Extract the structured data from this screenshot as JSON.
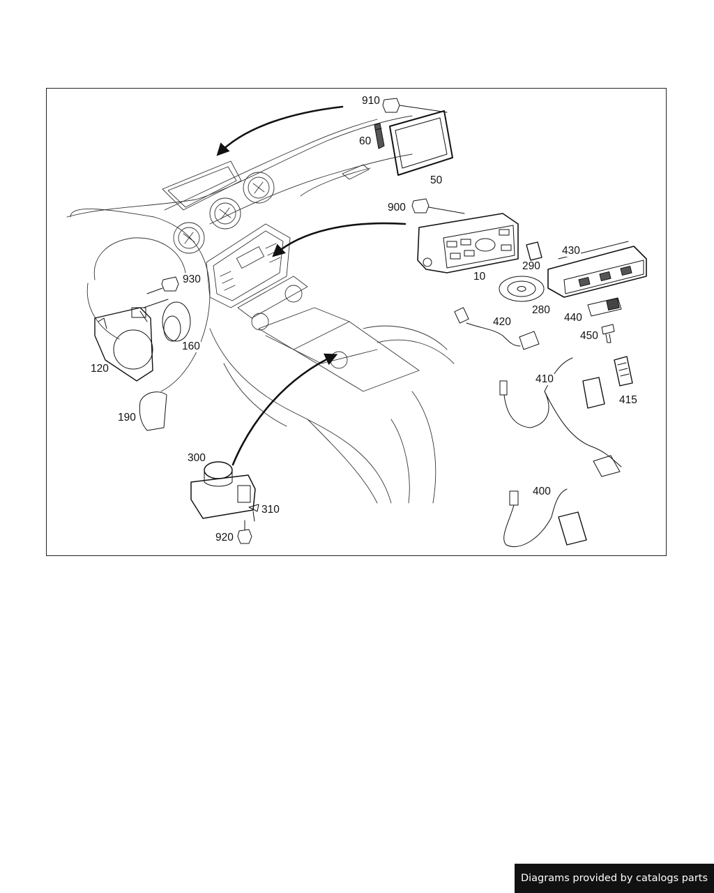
{
  "diagram": {
    "callouts": [
      {
        "id": "c910",
        "label": "910"
      },
      {
        "id": "c60",
        "label": "60"
      },
      {
        "id": "c50",
        "label": "50"
      },
      {
        "id": "c900",
        "label": "900"
      },
      {
        "id": "c430",
        "label": "430"
      },
      {
        "id": "c290",
        "label": "290"
      },
      {
        "id": "c10",
        "label": "10"
      },
      {
        "id": "c280",
        "label": "280"
      },
      {
        "id": "c930",
        "label": "930"
      },
      {
        "id": "c440",
        "label": "440"
      },
      {
        "id": "c420",
        "label": "420"
      },
      {
        "id": "c450",
        "label": "450"
      },
      {
        "id": "c160",
        "label": "160"
      },
      {
        "id": "c120",
        "label": "120"
      },
      {
        "id": "c410",
        "label": "410"
      },
      {
        "id": "c415",
        "label": "415"
      },
      {
        "id": "c190",
        "label": "190"
      },
      {
        "id": "c300",
        "label": "300"
      },
      {
        "id": "c400",
        "label": "400"
      },
      {
        "id": "c310",
        "label": "310"
      },
      {
        "id": "c920",
        "label": "920"
      }
    ]
  },
  "footer": {
    "credit": "Diagrams provided by catalogs parts"
  },
  "colors": {
    "line": "#111111",
    "banner_bg": "#111111",
    "banner_text": "#ffffff"
  }
}
